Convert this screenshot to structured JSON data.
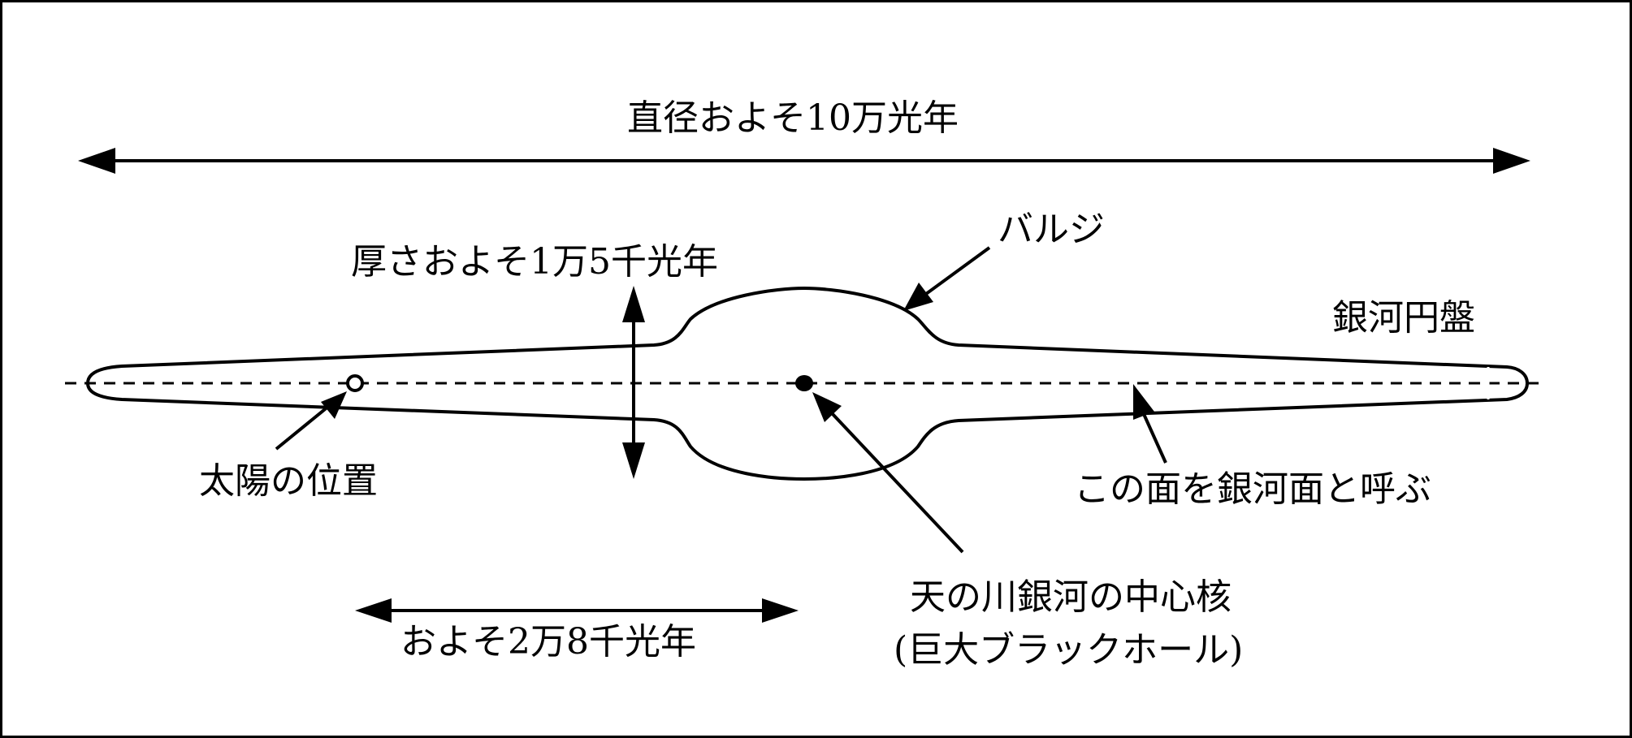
{
  "labels": {
    "diameter": "直径およそ10万光年",
    "bulge": "バルジ",
    "thickness": "厚さおよそ1万5千光年",
    "disk": "銀河円盤",
    "sun_position": "太陽の位置",
    "galactic_plane": "この面を銀河面と呼ぶ",
    "core_line1": "天の川銀河の中心核",
    "core_line2": "(巨大ブラックホール)",
    "sun_distance": "およそ2万8千光年"
  }
}
